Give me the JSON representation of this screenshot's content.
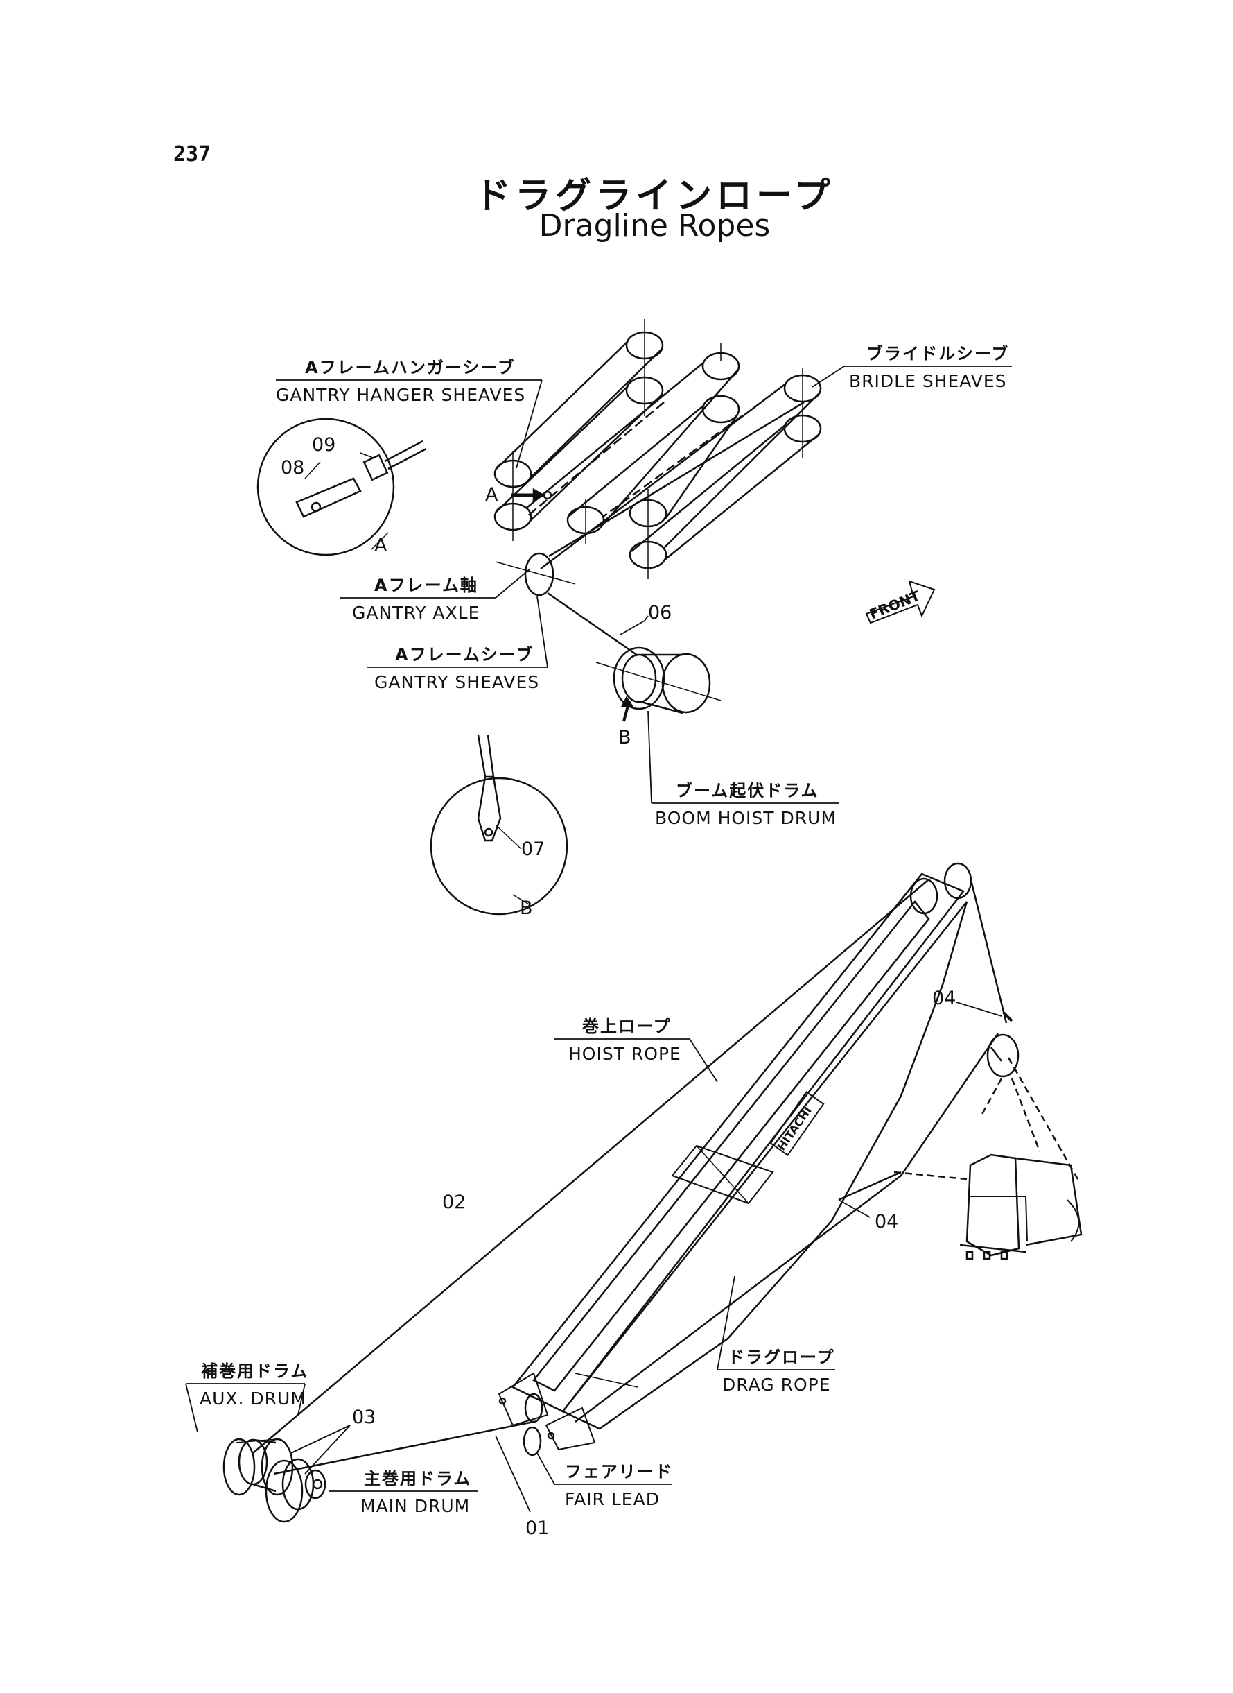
{
  "page_number": "237",
  "title_jp": "ドラグラインロープ",
  "title_en": "Dragline Ropes",
  "labels": {
    "gantry_hanger_sheaves_jp": "Aフレームハンガーシーブ",
    "gantry_hanger_sheaves_en": "GANTRY HANGER SHEAVES",
    "bridle_sheaves_jp": "ブライドルシーブ",
    "bridle_sheaves_en": "BRIDLE SHEAVES",
    "gantry_axle_jp": "Aフレーム軸",
    "gantry_axle_en": "GANTRY AXLE",
    "gantry_sheaves_jp": "Aフレームシーブ",
    "gantry_sheaves_en": "GANTRY SHEAVES",
    "boom_hoist_drum_jp": "ブーム起伏ドラム",
    "boom_hoist_drum_en": "BOOM HOIST DRUM",
    "hoist_rope_jp": "巻上ロープ",
    "hoist_rope_en": "HOIST ROPE",
    "drag_rope_jp": "ドラグロープ",
    "drag_rope_en": "DRAG ROPE",
    "aux_drum_jp": "補巻用ドラム",
    "aux_drum_en": "AUX. DRUM",
    "main_drum_jp": "主巻用ドラム",
    "main_drum_en": "MAIN DRUM",
    "fair_lead_jp": "フェアリード",
    "fair_lead_en": "FAIR LEAD",
    "front": "FRONT",
    "boom_brand": "HITACHI"
  },
  "callouts": {
    "c01": "01",
    "c02": "02",
    "c03": "03",
    "c04a": "04",
    "c04b": "04",
    "c06": "06",
    "c07": "07",
    "c08": "08",
    "c09": "09",
    "detail_a": "A",
    "detail_b": "B",
    "arrow_a": "A",
    "arrow_b": "B"
  }
}
